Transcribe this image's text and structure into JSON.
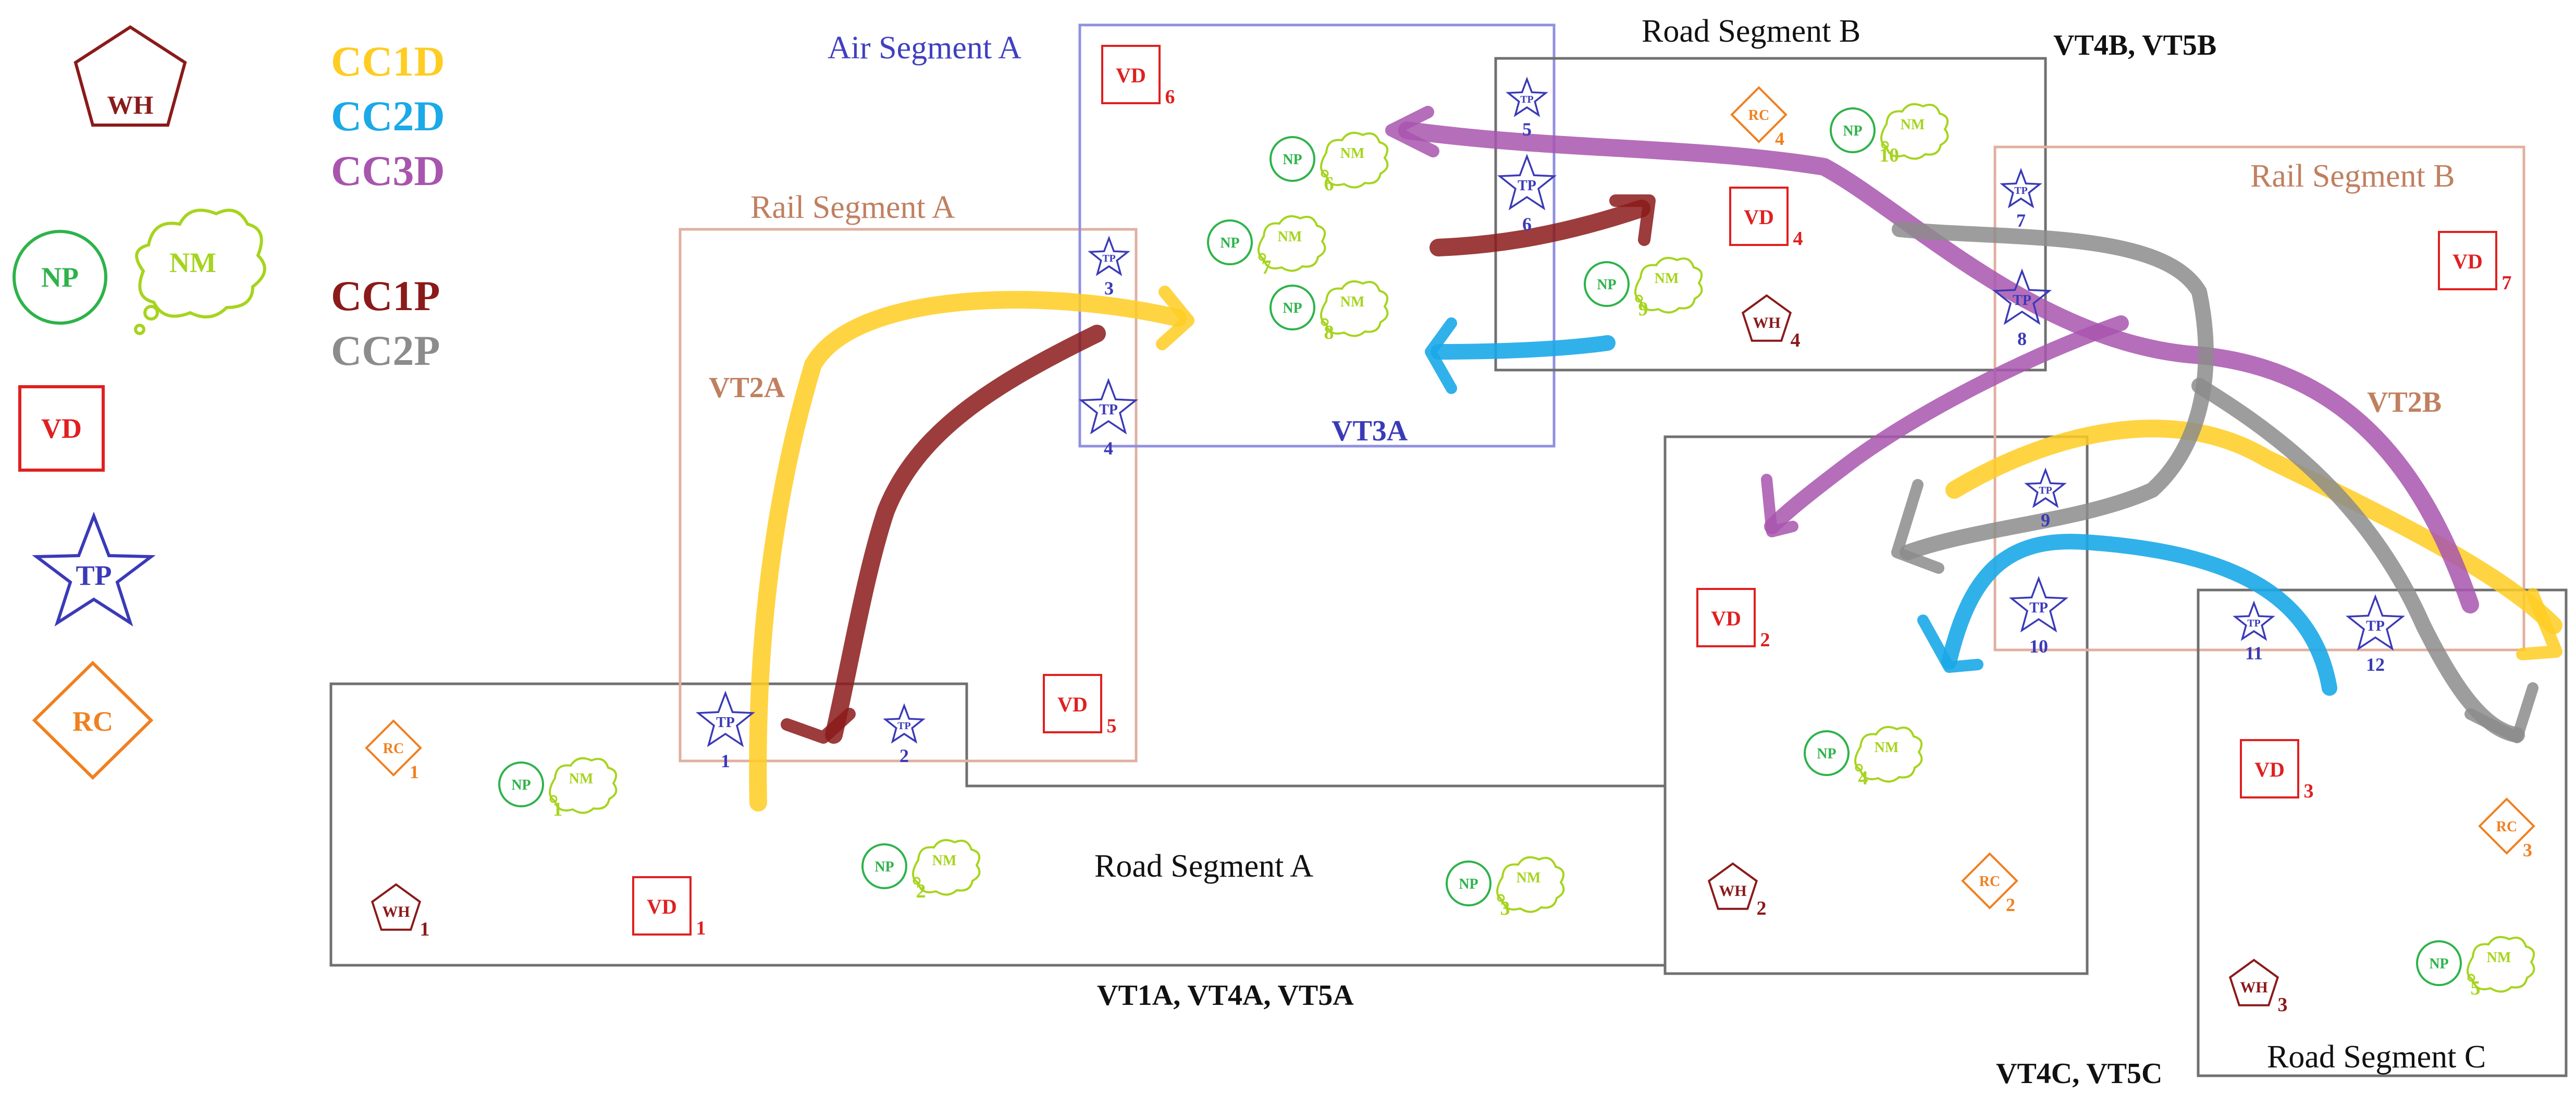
{
  "legend": {
    "wh": "WH",
    "np": "NP",
    "nm": "NM",
    "vd": "VD",
    "tp": "TP",
    "rc": "RC",
    "commodities": [
      {
        "label": "CC1D",
        "color": "#FFCC22"
      },
      {
        "label": "CC2D",
        "color": "#1BA9E8"
      },
      {
        "label": "CC3D",
        "color": "#A855AE"
      },
      {
        "label": "CC1P",
        "color": "#8B1A1A"
      },
      {
        "label": "CC2P",
        "color": "#8C8C8C"
      }
    ]
  },
  "segments": {
    "air_a": "Air Segment A",
    "rail_a": "Rail Segment A",
    "rail_b": "Rail Segment B",
    "road_a": "Road Segment A",
    "road_b": "Road Segment B",
    "road_c": "Road Segment C"
  },
  "vehicle_labels": {
    "vt2a": "VT2A",
    "vt3a": "VT3A",
    "vt2b": "VT2B",
    "vt4b_vt5b": "VT4B, VT5B",
    "vt1a_vt4a_vt5a": "VT1A, VT4A, VT5A",
    "vt4c_vt5c": "VT4C, VT5C"
  },
  "nodes": {
    "wh": [
      "1",
      "2",
      "3",
      "4"
    ],
    "vd": [
      "1",
      "2",
      "3",
      "4",
      "5",
      "6",
      "7"
    ],
    "rc": [
      "1",
      "2",
      "3",
      "4"
    ],
    "np": [
      "1",
      "2",
      "3",
      "4",
      "5",
      "6",
      "7",
      "8",
      "9",
      "10"
    ],
    "tp": [
      "1",
      "2",
      "3",
      "4",
      "5",
      "6",
      "7",
      "8",
      "9",
      "10",
      "11",
      "12"
    ]
  },
  "colors": {
    "wh": "#8B1A1A",
    "np": "#2DB34A",
    "nm": "#A6D41E",
    "vd": "#E02020",
    "tp": "#3A3AB8",
    "rc": "#F08020",
    "rail_box": "#E0B0A0",
    "air_box": "#9090E0",
    "road_box": "#707070",
    "rail_text": "#C08060",
    "air_text": "#4040C0"
  }
}
